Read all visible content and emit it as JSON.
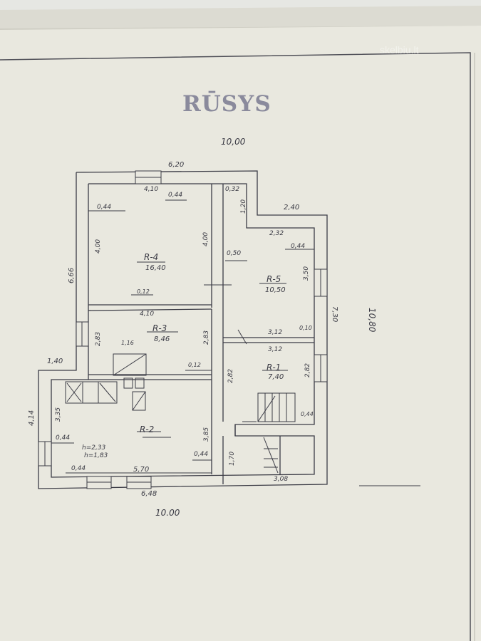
{
  "sheet": {
    "title": "RŪSYS",
    "watermark": "skelbiu.lt"
  },
  "dimensions": {
    "top_overall": "10,00",
    "top_610": "6,20",
    "bottom_overall": "10.00",
    "right_overall": "10,80",
    "right_inner": "7,30",
    "left_outer": "6,66",
    "left_lower": "4,14",
    "offset_140": "1,40",
    "offset_240": "2,40",
    "offset_120": "1,20",
    "bottom_648": "6,48",
    "bottom_570": "5,70",
    "stair_308": "3,08",
    "stair_170": "1,70"
  },
  "rooms": [
    {
      "id": "R-4",
      "area": "16,40"
    },
    {
      "id": "R-5",
      "area": "10,50"
    },
    {
      "id": "R-3",
      "area": "8,46"
    },
    {
      "id": "R-1",
      "area": "7,40"
    },
    {
      "id": "R-2",
      "area": ""
    }
  ],
  "room_dims": {
    "r4_width": "4,10",
    "r4_height": "4,00",
    "r4_height_right": "4,00",
    "r4_044_a": "0,44",
    "r4_044_b": "0,44",
    "r4_012": "0,12",
    "r3_width": "4,10",
    "r3_h_left": "2,83",
    "r3_h_right": "2,83",
    "r3_116": "1,16",
    "r3_012": "0,12",
    "r5_232": "2,32",
    "r5_044": "0,44",
    "r5_050": "0,50",
    "r5_350": "3,50",
    "r5_312": "3,12",
    "r5_010": "0,10",
    "r5_032": "0,32",
    "r1_312": "3,12",
    "r1_282": "2,82",
    "r1_282b": "2,82",
    "r1_044": "0,44",
    "r2_335": "3,35",
    "r2_044_l": "0,44",
    "r2_044_r": "0,44",
    "r2_044_b": "0,44",
    "r2_h1": "h=2,33",
    "r2_h2": "h=1,83",
    "r2_385": "3,85"
  }
}
